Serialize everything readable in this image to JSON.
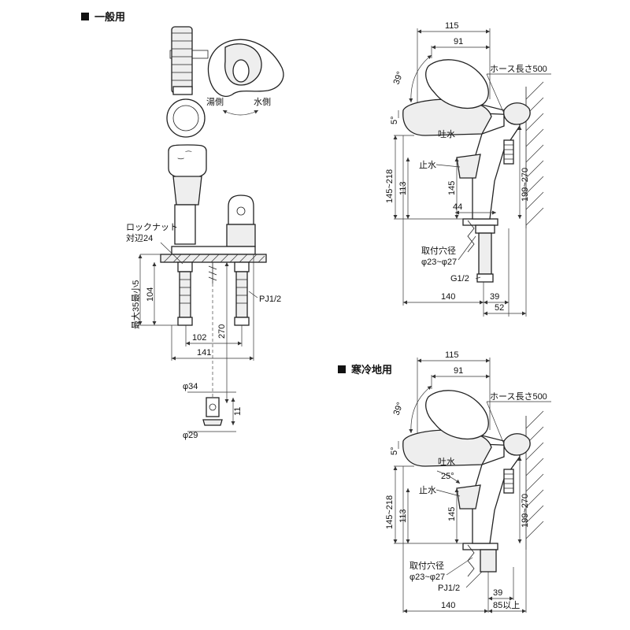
{
  "sections": {
    "general_title": "一般用",
    "cold_title": "寒冷地用"
  },
  "top_view": {
    "hot_side": "湯側",
    "cold_side": "水側"
  },
  "front_view": {
    "lock_nut": "ロックナット",
    "lock_nut_size": "対辺24",
    "max_thickness": "最大35最小5",
    "dim_104": "104",
    "dim_270": "270",
    "dim_102": "102",
    "dim_141": "141",
    "pj": "PJ1/2",
    "phi34": "φ34",
    "dim_11": "11",
    "phi29": "φ29"
  },
  "side_general": {
    "dim_115": "115",
    "dim_91": "91",
    "angle_39": "39°",
    "angle_5": "5°",
    "hose_length": "ホース長さ500",
    "spout": "吐水",
    "stop": "止水",
    "dim_145_218": "145~218",
    "dim_113": "113",
    "dim_145": "145",
    "dim_199_270": "199~270",
    "dim_44": "44",
    "hole_label": "取付穴径",
    "hole_size": "φ23~φ27",
    "g12": "G1/2",
    "dim_140": "140",
    "dim_39": "39",
    "dim_52": "52"
  },
  "side_cold": {
    "dim_115": "115",
    "dim_91": "91",
    "angle_39": "39°",
    "angle_5": "5°",
    "hose_length": "ホース長さ500",
    "spout": "吐水",
    "angle_25": "25°",
    "stop": "止水",
    "dim_145_218": "145~218",
    "dim_113": "113",
    "dim_145": "145",
    "dim_199_270": "199~270",
    "hole_label": "取付穴径",
    "hole_size": "φ23~φ27",
    "pj": "PJ1/2",
    "dim_39": "39",
    "dim_140": "140",
    "dim_85": "85以上"
  }
}
